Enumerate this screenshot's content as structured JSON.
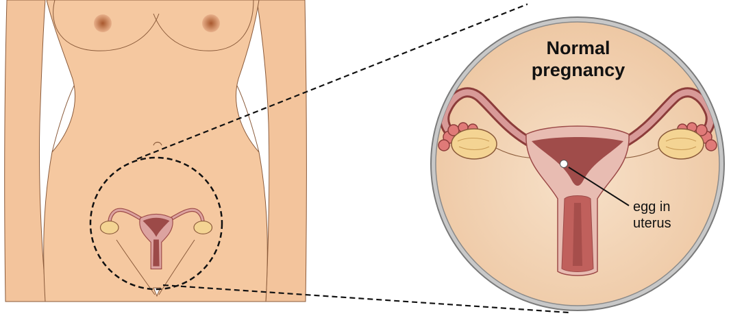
{
  "title": {
    "line1": "Normal",
    "line2": "pregnancy"
  },
  "callout": {
    "line1": "egg in",
    "line2": "uterus"
  },
  "colors": {
    "skin": "#f5c8a0",
    "skin_light": "#f9dcc0",
    "skin_outline": "#8a5a3a",
    "nipple": "#c0784a",
    "uterus": "#dca3a0",
    "uterus_dark": "#9c4a48",
    "uterus_inner": "#b8605c",
    "ovary": "#f4d493",
    "lens_ring": "#a8a8a8",
    "lens_fill": "#f3d8bc"
  }
}
